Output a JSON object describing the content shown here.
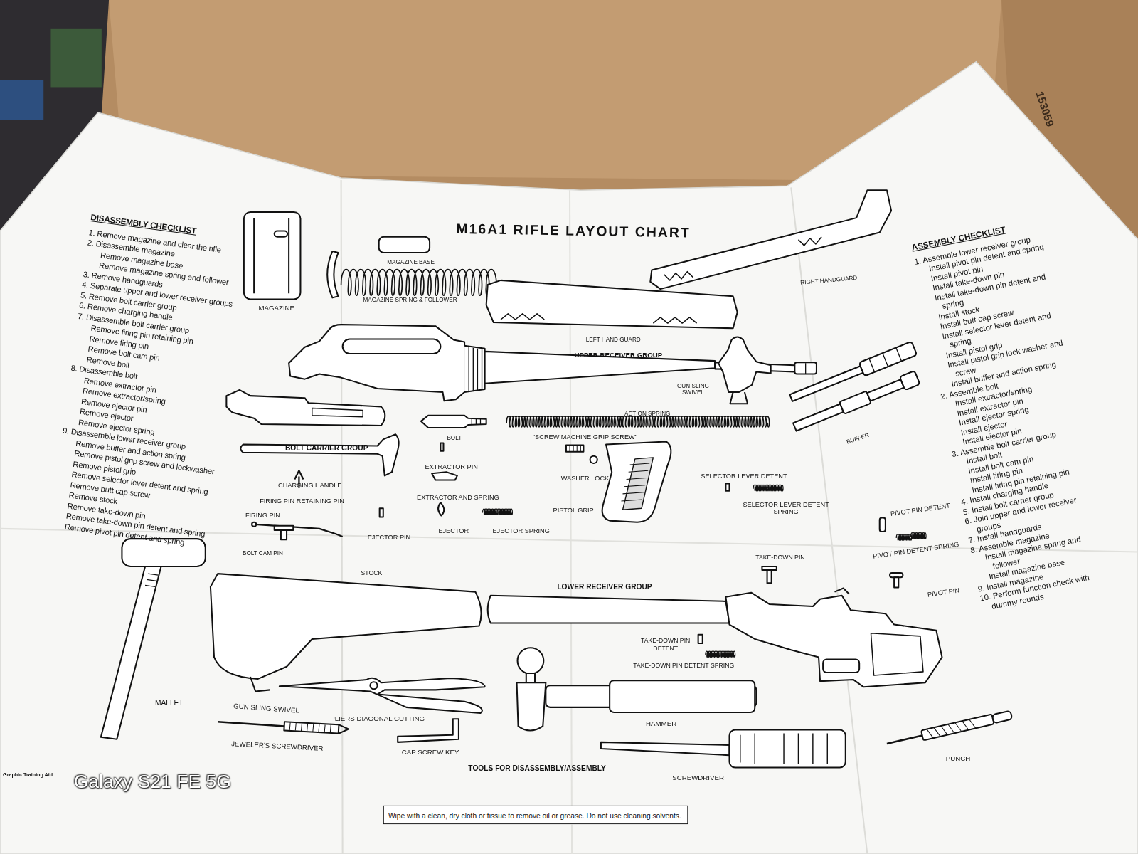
{
  "diagram": {
    "title": "M16A1 RIFLE LAYOUT CHART",
    "nodes": [
      {
        "text": [
          "Wipe with a clean, dry cloth or tissue to remove oil or grease. Do not use cleaning solvents."
        ]
      }
    ],
    "labels": [
      "DISASSEMBLY CHECKLIST",
      "1. Remove magazine and clear the rifle",
      "2. Disassemble magazine",
      "Remove magazine base",
      "Remove magazine spring and follower",
      "3. Remove handguards",
      "4. Separate upper and lower receiver groups",
      "5. Remove bolt carrier group",
      "6. Remove charging handle",
      "7. Disassemble bolt carrier group",
      "Remove firing pin retaining pin",
      "Remove firing pin",
      "Remove bolt cam pin",
      "Remove bolt",
      "8. Disassemble bolt",
      "Remove extractor pin",
      "Remove extractor/spring",
      "Remove ejector pin",
      "Remove ejector",
      "Remove ejector spring",
      "9. Disassemble lower receiver group",
      "Remove buffer and action spring",
      "Remove pistol grip screw and lockwasher",
      "Remove pistol grip",
      "Remove selector lever detent and spring",
      "Remove butt cap screw",
      "Remove stock",
      "Remove take-down pin",
      "Remove take-down pin detent and spring",
      "Remove pivot pin detent and spring",
      "MAGAZINE",
      "MAGAZINE BASE",
      "MAGAZINE SPRING & FOLLOWER",
      "RIGHT HANDGUARD",
      "LEFT HAND GUARD",
      "UPPER RECEIVER GROUP",
      "GUN SLING SWIVEL",
      "BUFFER",
      "ACTION SPRING",
      "BOLT",
      "BOLT CARRIER GROUP",
      "EXTRACTOR PIN",
      "\"SCREW MACHINE GRIP SCREW\"",
      "CHARGING HANDLE",
      "WASHER LOCK",
      "SELECTOR LEVER DETENT",
      "EXTRACTOR AND SPRING",
      "SELECTOR LEVER DETENT SPRING",
      "FIRING PIN RETAINING PIN",
      "PISTOL GRIP",
      "FIRING PIN",
      "EJECTOR",
      "EJECTOR SPRING",
      "EJECTOR PIN",
      "PIVOT PIN DETENT",
      "PIVOT PIN DETENT SPRING",
      "BOLT CAM PIN",
      "TAKE-DOWN PIN",
      "STOCK",
      "LOWER RECEIVER GROUP",
      "PIVOT PIN",
      "TAKE-DOWN PIN DETENT",
      "TAKE-DOWN PIN DETENT SPRING",
      "MALLET",
      "GUN SLING SWIVEL",
      "PLIERS DIAGONAL CUTTING",
      "HAMMER",
      "JEWELER'S SCREWDRIVER",
      "CAP SCREW KEY",
      "TOOLS FOR DISASSEMBLY/ASSEMBLY",
      "SCREWDRIVER",
      "PUNCH",
      "Graphic Training Aid",
      "Galaxy S21 FE 5G",
      "153059",
      "ASSEMBLY CHECKLIST",
      "1. Assemble lower receiver group",
      "Install pivot pin detent and spring",
      "Install pivot pin",
      "Install take-down pin",
      "Install take-down pin detent and spring",
      "Install stock",
      "Install butt cap screw",
      "Install selector lever detent and spring",
      "Install pistol grip",
      "Install pistol grip lock washer and screw",
      "Install buffer and action spring",
      "2. Assemble bolt",
      "Install extractor/spring",
      "Install extractor pin",
      "Install ejector spring",
      "Install ejector",
      "Install ejector pin",
      "3. Assemble bolt carrier group",
      "Install bolt",
      "Install bolt cam pin",
      "Install firing pin",
      "Install firing pin retaining pin",
      "4. Install charging handle",
      "5. Install bolt carrier group",
      "6. Join upper and lower receiver groups",
      "7. Install handguards",
      "8. Assemble magazine",
      "Install magazine spring and follower",
      "Install magazine base",
      "9. Install magazine",
      "10. Perform function check with dummy rounds"
    ]
  }
}
